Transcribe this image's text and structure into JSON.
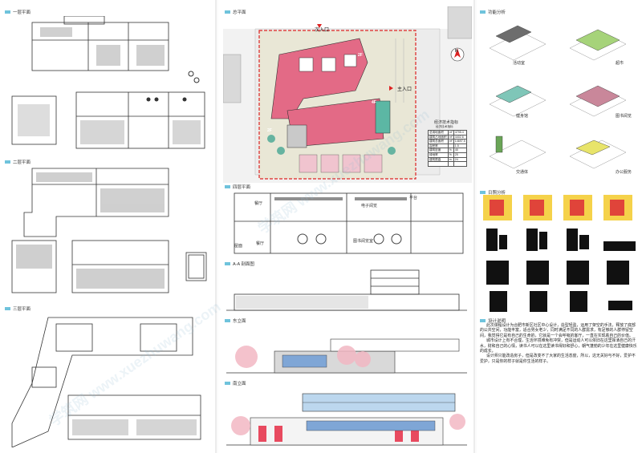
{
  "headers": {
    "floor1": "一层平面",
    "floor2": "二层平面",
    "floor3": "三层平面",
    "site": "总平面",
    "floor4": "四层平面",
    "section": "A-A 剖面图",
    "east_elev": "东立面",
    "south_elev": "南立面",
    "function": "功能分析",
    "shadow": "日照分析",
    "design": "设计说明"
  },
  "site": {
    "second_entry": "次入口",
    "main_entry": "主入口",
    "north": "N",
    "floors": [
      "2F",
      "4F",
      "2F",
      "1F"
    ]
  },
  "eco_table": {
    "title": "经济技术指标",
    "subtitle": "经济技术指标",
    "rows": [
      [
        "总用地面积",
        "m²",
        "4795.4"
      ],
      [
        "建筑占地面积",
        "m²",
        "4402.6"
      ],
      [
        "建筑总面积",
        "m²",
        "14697.5"
      ],
      [
        "容积率",
        "",
        "1.5"
      ],
      [
        "建筑密度",
        "%",
        "45"
      ],
      [
        "绿地率",
        "%",
        "25"
      ],
      [
        "建筑限高",
        "m",
        "24"
      ],
      [
        "",
        "",
        ""
      ]
    ]
  },
  "function_labels": [
    "活动室",
    "超市",
    "健身馆",
    "图书阅览",
    "交通体",
    "办公服务"
  ],
  "function_colors": [
    "#6d6d6d",
    "#a6d37a",
    "#7fc6b8",
    "#c9879a",
    "#6aa557",
    "#e8e46a"
  ],
  "floor4_labels": {
    "room1": "餐厅",
    "room2": "电子阅览",
    "room3": "图书阅览室",
    "room4": "屋面",
    "room5": "餐厅",
    "room6": "平台"
  },
  "design_text": [
    "此次课程设计为合肥市新区社区中心设计，造型轻盈，运用了架空的手法，释放了底部的公共空间，功能丰富，适合男女老少，同时满足不同的人群需求，有足够的人群停留空间，我觉得它是有自己的生命的，它就是一个会呼吸的客厅，一直在实现着自己的价值。",
    "城市设计上有不合理，生活环境难免有冲突，但是运动人可以依旧在这里挥洒自己的汗水，财和自己的心情，读书人可以在这里读书得好和舒心，朝气蓬勃的少年在这里健康快乐的成长，",
    "设计师只能改造房子，但是改变不了大家的生活态度，所以，这无关好与不好，爱护不爱护，只是你的样子就是你生活的样子。"
  ],
  "watermark": "学筑网 www.xuezhuwang.com"
}
